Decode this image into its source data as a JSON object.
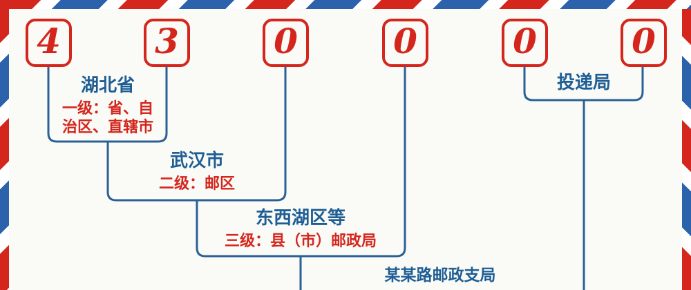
{
  "postal_code": {
    "full": "430000",
    "digits": [
      "4",
      "3",
      "0",
      "0",
      "0",
      "0"
    ]
  },
  "labels": [
    {
      "title": "湖北省",
      "subtitle_lines": [
        "一级：省、自",
        "治区、直辖市"
      ]
    },
    {
      "title": "武汉市",
      "subtitle_lines": [
        "二级：邮区"
      ]
    },
    {
      "title": "东西湖区等",
      "subtitle_lines": [
        "三级：县（市）邮政局"
      ]
    },
    {
      "title": "某某路邮政支局",
      "subtitle_lines": []
    },
    {
      "title": "投递局",
      "subtitle_lines": []
    }
  ],
  "colors": {
    "red": "#D4261D",
    "stripe_blue": "#2B62AB",
    "line_blue": "#2A6095",
    "title_blue": "#1E5E94",
    "stripe_gap": "#FFFFFF",
    "background": "#FAFAF6"
  }
}
